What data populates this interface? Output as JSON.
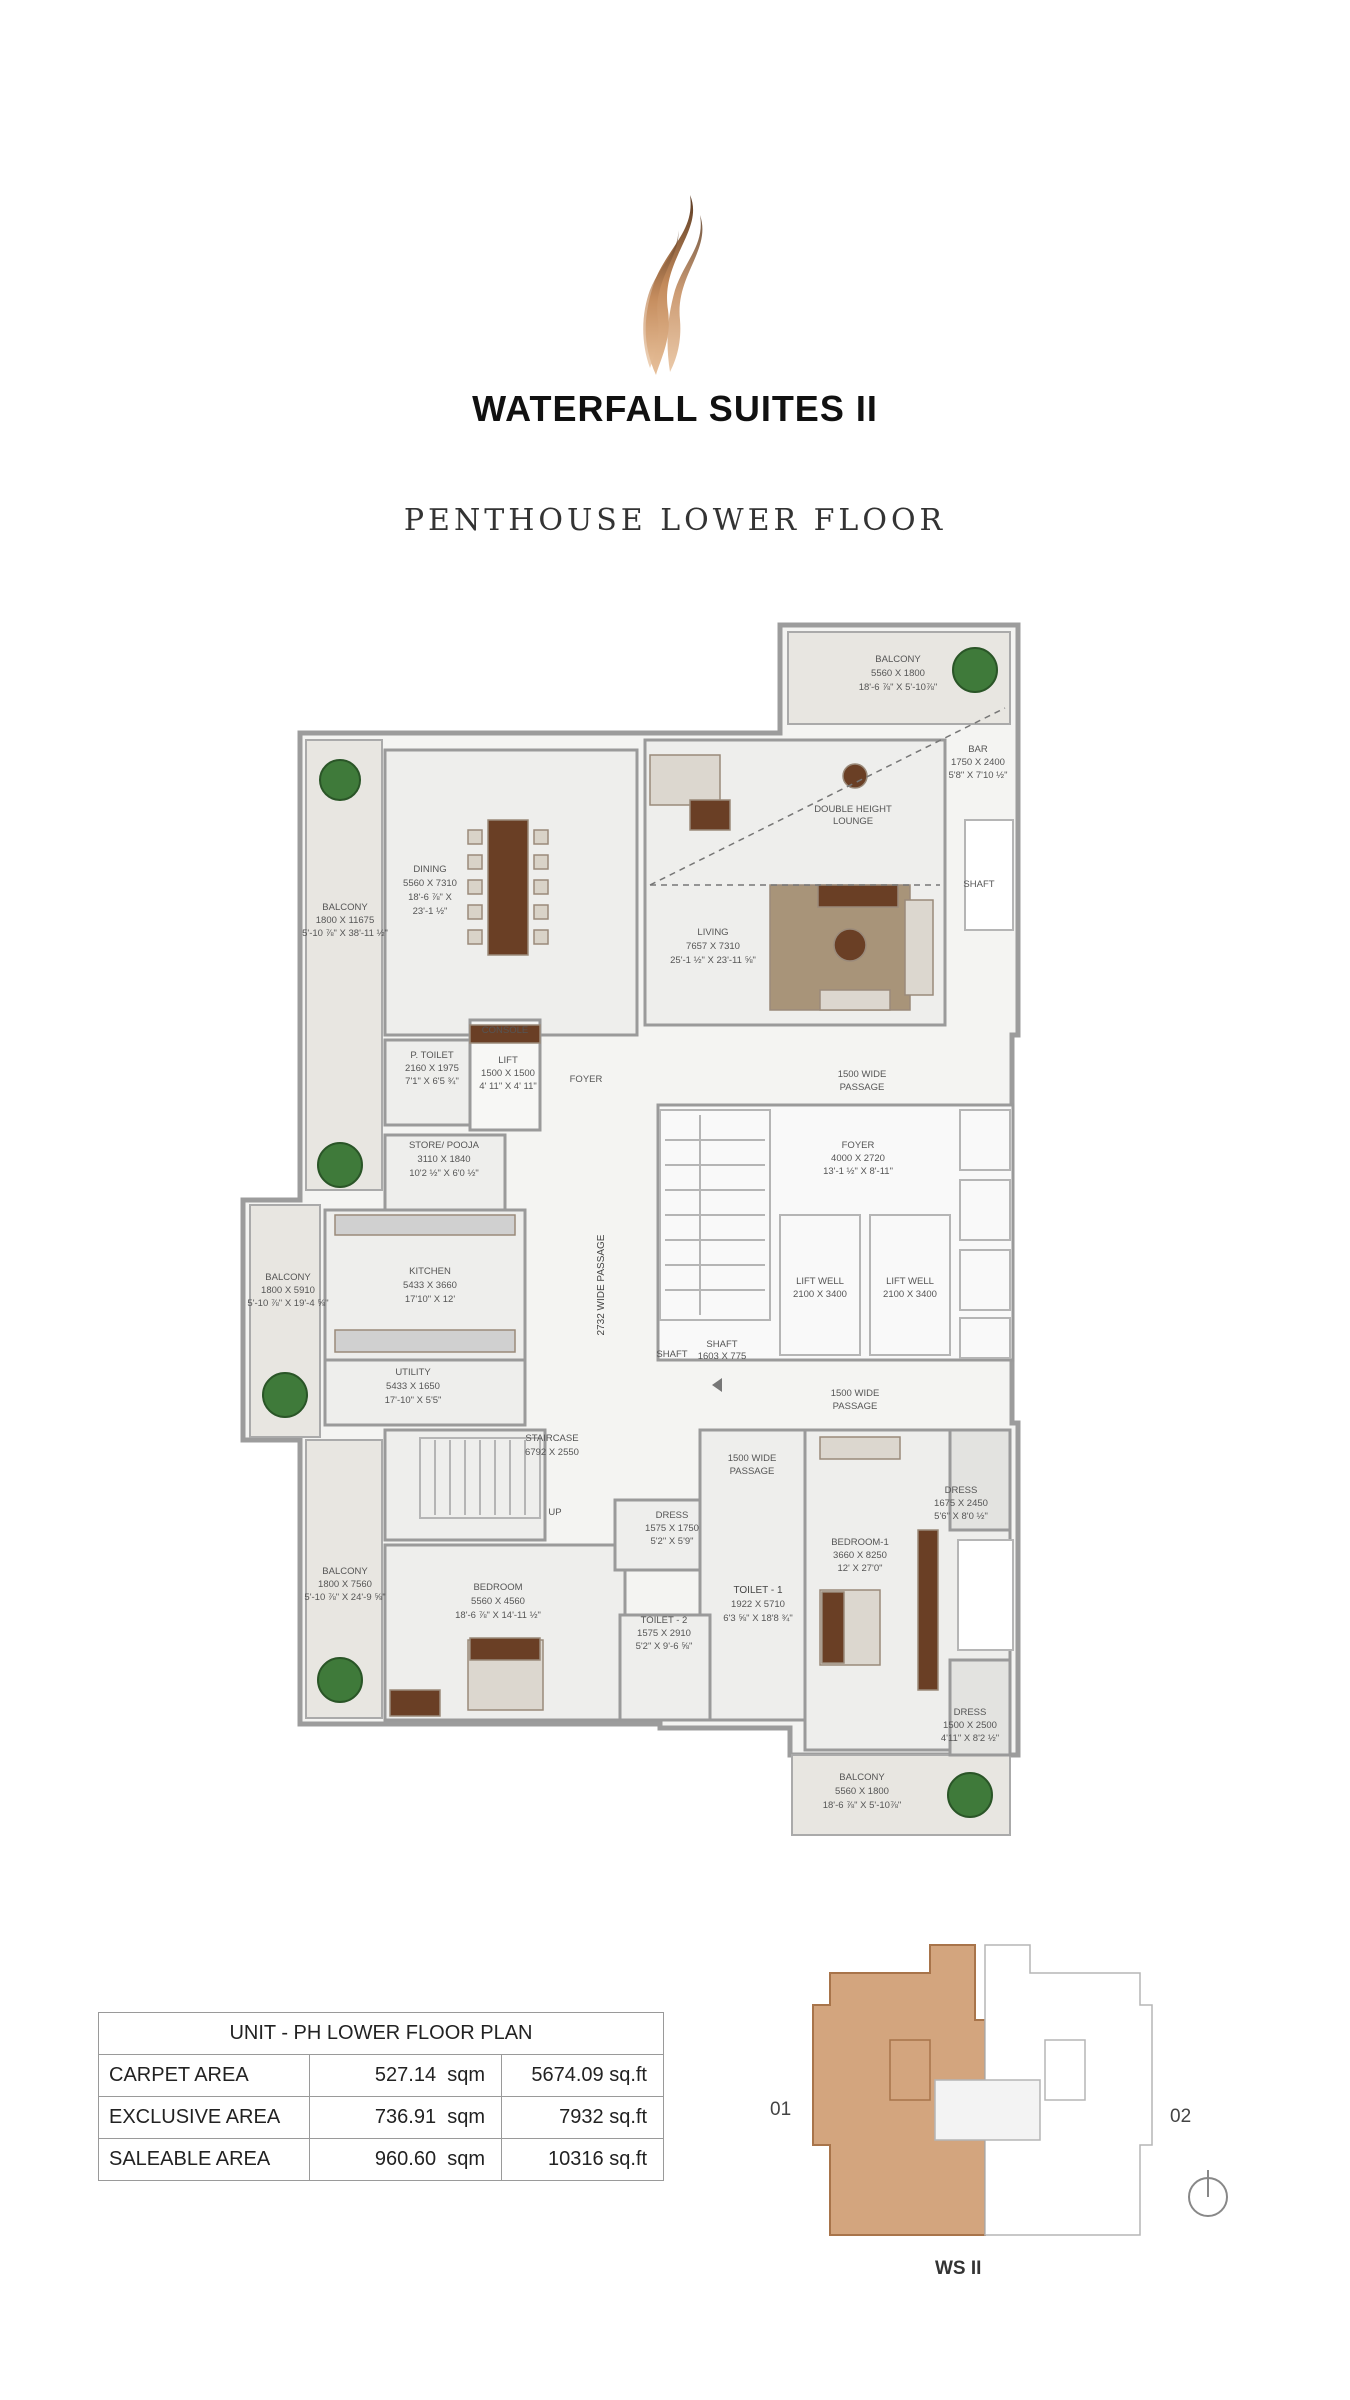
{
  "brand": "WATERFALL SUITES II",
  "floor_title": "PENTHOUSE LOWER FLOOR",
  "colors": {
    "gold": "#b9804f",
    "key_fill": "#d3a57e",
    "wall": "#9c9c9c",
    "floor": "#ececea",
    "grass": "#3f7a3a"
  },
  "rooms": {
    "balcony_top": {
      "name": "BALCONY",
      "dim": "5560 X 1800",
      "ft": "18'-6 ⅞\" X 5'-10⅞\""
    },
    "bar": {
      "name": "BAR",
      "dim": "1750 X 2400",
      "ft": "5'8\" X 7'10 ½\""
    },
    "double_height": {
      "name": "DOUBLE HEIGHT",
      "name2": "LOUNGE"
    },
    "shaft_top": {
      "name": "SHAFT"
    },
    "dining": {
      "name": "DINING",
      "dim": "5560 X 7310",
      "ft": "18'-6 ⅞\" X",
      "ft2": "23'-1 ½\""
    },
    "balcony_left_top": {
      "name": "BALCONY",
      "dim": "1800 X 11675",
      "ft": "5'-10 ⅞\" X 38'-11 ½\""
    },
    "living": {
      "name": "LIVING",
      "dim": "7657 X 7310",
      "ft": "25'-1 ½\" X 23'-11 ⅝\""
    },
    "console": {
      "name": "CONSOLE"
    },
    "p_toilet": {
      "name": "P. TOILET",
      "dim": "2160 X 1975",
      "ft": "7'1\" X 6'5 ¾\""
    },
    "lift": {
      "name": "LIFT",
      "dim": "1500 X 1500",
      "ft": "4' 11\" X 4' 11\""
    },
    "foyer": {
      "name": "FOYER"
    },
    "passage_1500_top": {
      "name": "1500 WIDE",
      "name2": "PASSAGE"
    },
    "store_pooja": {
      "name": "STORE/ POOJA",
      "dim": "3110 X 1840",
      "ft": "10'2 ½\" X 6'0 ½\""
    },
    "lobby_foyer": {
      "name": "FOYER",
      "dim": "4000 X 2720",
      "ft": "13'-1 ½\" X 8'-11\""
    },
    "passage_2732": {
      "name": "2732 WIDE PASSAGE"
    },
    "balcony_left_mid": {
      "name": "BALCONY",
      "dim": "1800 X 5910",
      "ft": "5'-10 ⅞\" X 19'-4 ⅝\""
    },
    "kitchen": {
      "name": "KITCHEN",
      "dim": "5433 X 3660",
      "ft": "17'10\" X 12'"
    },
    "lift_well_1": {
      "name": "LIFT WELL",
      "dim": "2100 X 3400"
    },
    "lift_well_2": {
      "name": "LIFT WELL",
      "dim": "2100 X 3400"
    },
    "shaft_mid": {
      "name": "SHAFT"
    },
    "shaft_core": {
      "name": "SHAFT",
      "dim": "1603 X 775"
    },
    "utility": {
      "name": "UTILITY",
      "dim": "5433 X 1650",
      "ft": "17'-10\" X 5'5\""
    },
    "passage_1500_mid": {
      "name": "1500 WIDE",
      "name2": "PASSAGE"
    },
    "passage_1500_bed": {
      "name": "1500 WIDE",
      "name2": "PASSAGE"
    },
    "staircase": {
      "name": "STAIRCASE",
      "dim": "6792 X 2550"
    },
    "up": {
      "name": "UP"
    },
    "dress_right_top": {
      "name": "DRESS",
      "dim": "1675 X 2450",
      "ft": "5'6\" X 8'0 ½\""
    },
    "bedroom_1": {
      "name": "BEDROOM-1",
      "dim": "3660 X 8250",
      "ft": "12' X 27'0\""
    },
    "dress_mid": {
      "name": "DRESS",
      "dim": "1575 X 1750",
      "ft": "5'2\" X 5'9\""
    },
    "balcony_left_bot": {
      "name": "BALCONY",
      "dim": "1800 X 7560",
      "ft": "5'-10 ⅞\" X 24'-9 ⅝\""
    },
    "bedroom": {
      "name": "BEDROOM",
      "dim": "5560 X 4560",
      "ft": "18'-6 ⅞\" X 14'-11 ½\""
    },
    "toilet_1": {
      "name": "TOILET - 1",
      "dim": "1922 X 5710",
      "ft": "6'3 ⅝\" X 18'8 ¾\""
    },
    "toilet_2": {
      "name": "TOILET - 2",
      "dim": "1575 X 2910",
      "ft": "5'2\" X 9'-6 ⅝\""
    },
    "dress_right_bot": {
      "name": "DRESS",
      "dim": "1500 X 2500",
      "ft": "4'11\" X 8'2 ½\""
    },
    "balcony_bot": {
      "name": "BALCONY",
      "dim": "5560 X 1800",
      "ft": "18'-6 ⅞\" X 5'-10⅞\""
    }
  },
  "area_table": {
    "header": "UNIT - PH LOWER FLOOR PLAN",
    "rows": [
      {
        "label": "CARPET AREA",
        "sqm": "527.14",
        "sqm_unit": "sqm",
        "sqft": "5674.09 sq.ft"
      },
      {
        "label": "EXCLUSIVE AREA",
        "sqm": "736.91",
        "sqm_unit": "sqm",
        "sqft": "7932 sq.ft"
      },
      {
        "label": "SALEABLE AREA",
        "sqm": "960.60",
        "sqm_unit": "sqm",
        "sqft": "10316 sq.ft"
      }
    ]
  },
  "key_plan": {
    "label_left": "01",
    "label_right": "02",
    "caption": "WS II",
    "north_icon": "north-arrow-icon"
  }
}
